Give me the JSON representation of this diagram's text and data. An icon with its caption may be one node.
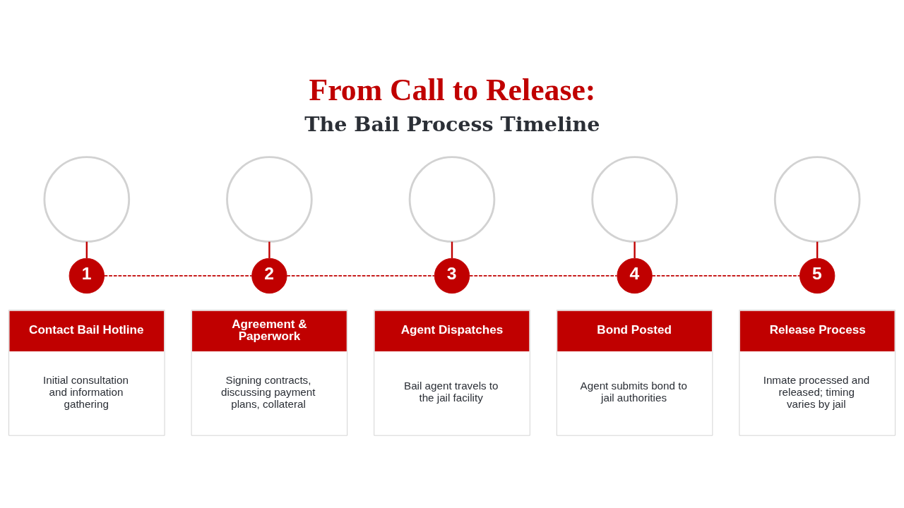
{
  "diagram": {
    "title": "From Call to Release:",
    "nodes": [
      {
        "text": [],
        "shape": "circle"
      },
      {
        "text": [],
        "shape": "circle"
      },
      {
        "text": [],
        "shape": "circle"
      },
      {
        "text": [],
        "shape": "circle"
      },
      {
        "text": [],
        "shape": "circle"
      },
      {
        "text": [
          "1"
        ]
      },
      {
        "text": [
          "2"
        ]
      },
      {
        "text": [
          "3"
        ]
      },
      {
        "text": [
          "4"
        ]
      },
      {
        "text": [
          "5"
        ]
      },
      {
        "text": [
          "Contact Bail Hotline",
          "Initial consultation and information gathering"
        ]
      },
      {
        "text": [
          "Agreement & Paperwork",
          "Signing contracts, discussing payment plans, collateral"
        ]
      },
      {
        "text": [
          "Agent Dispatches",
          "Bail agent travels to the jail facility"
        ]
      },
      {
        "text": [
          "Bond Posted",
          "Agent submits bond to jail authorities"
        ]
      },
      {
        "text": [
          "Release Process",
          "Inmate processed and released; timing varies by jail"
        ]
      }
    ],
    "edges": [
      {
        "from": 0,
        "to": 5,
        "arrow": "none"
      },
      {
        "from": 1,
        "to": 6,
        "arrow": "none"
      },
      {
        "from": 2,
        "to": 7,
        "arrow": "none"
      },
      {
        "from": 3,
        "to": 8,
        "arrow": "none"
      },
      {
        "from": 4,
        "to": 9,
        "arrow": "none"
      },
      {
        "from": 5,
        "to": 6,
        "arrow": "none",
        "style": "dashed"
      },
      {
        "from": 6,
        "to": 7,
        "arrow": "none",
        "style": "dashed"
      },
      {
        "from": 7,
        "to": 8,
        "arrow": "none",
        "style": "dashed"
      },
      {
        "from": 8,
        "to": 9,
        "arrow": "none",
        "style": "dashed"
      }
    ],
    "labels": [
      "The Bail Process Timeline"
    ]
  }
}
